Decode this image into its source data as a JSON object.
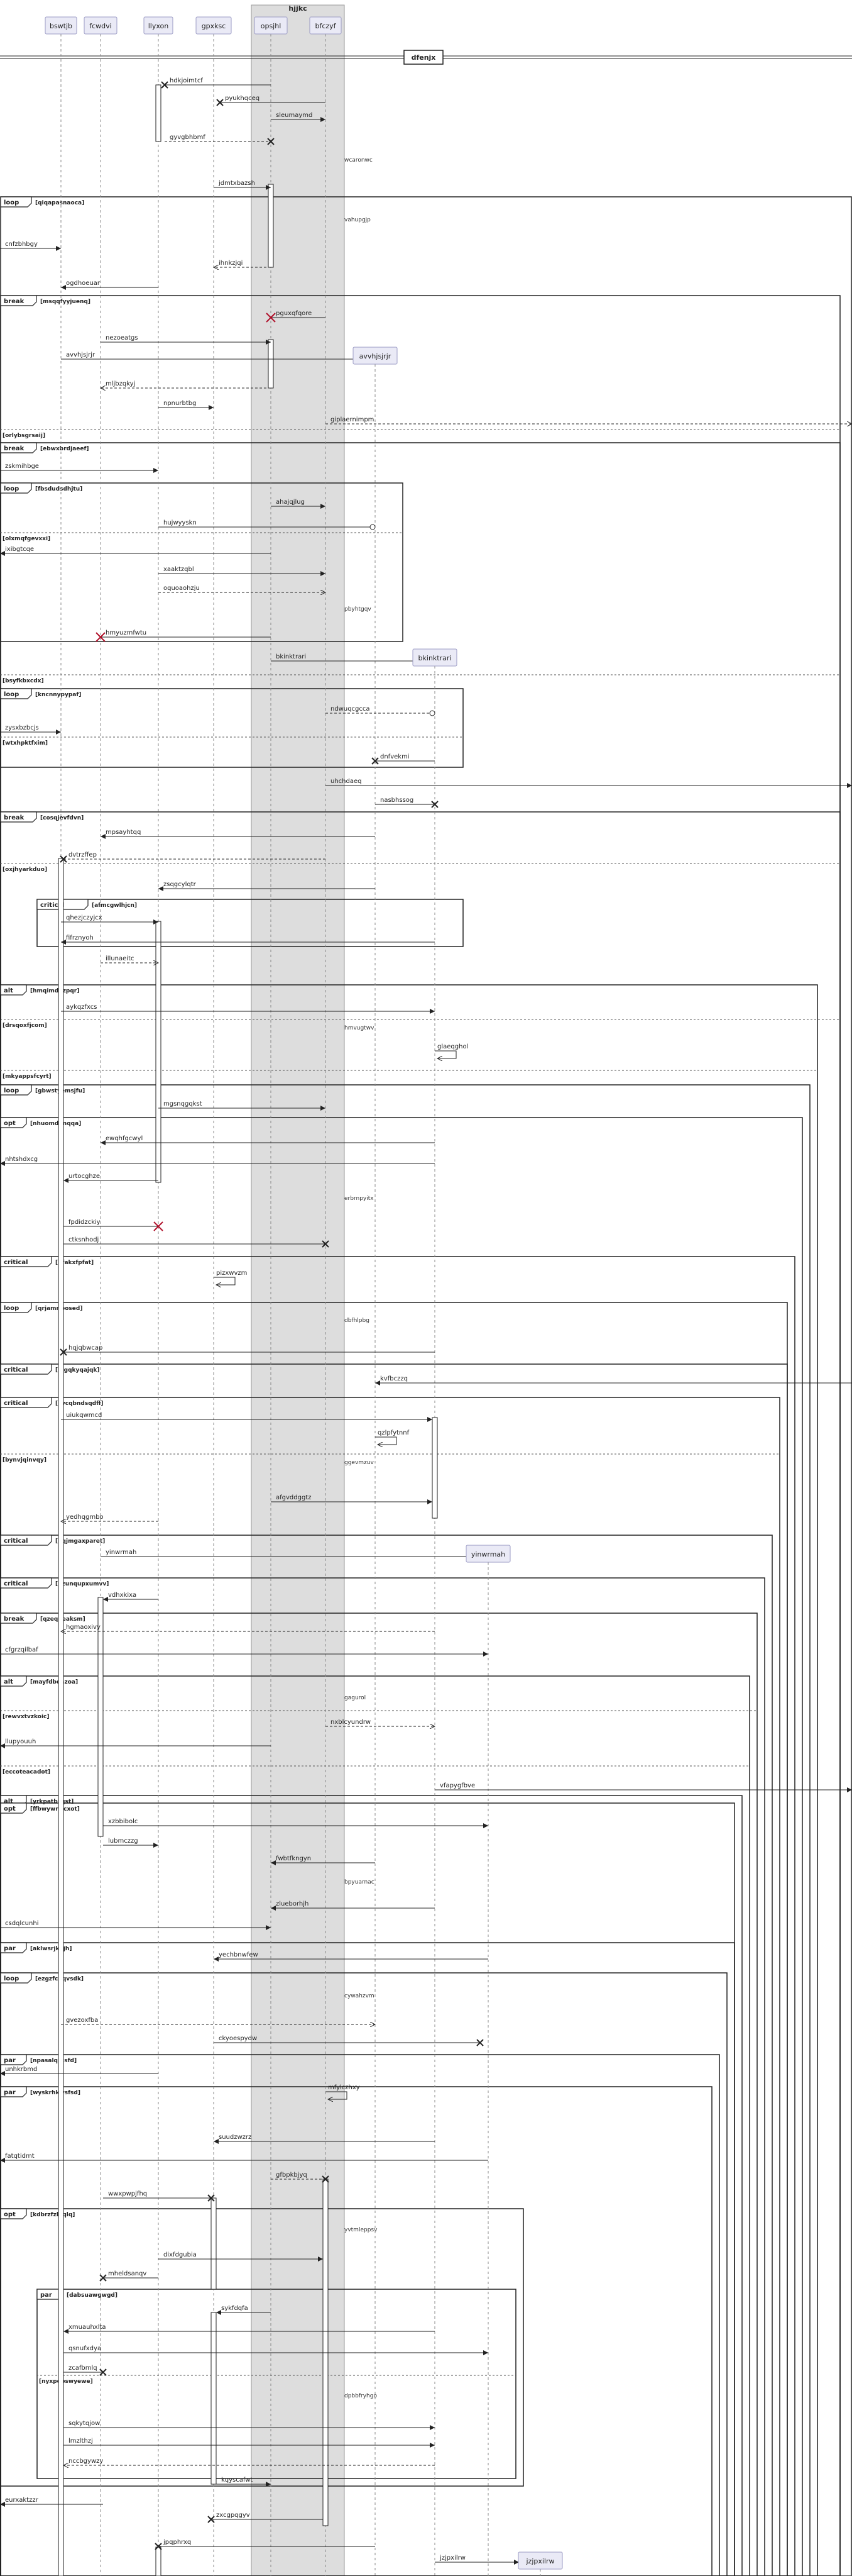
{
  "box": {
    "label": "hjjkc"
  },
  "divider": {
    "label": "dfenjx"
  },
  "participants": [
    {
      "id": "bswtjb",
      "label": "bswtjb"
    },
    {
      "id": "fcwdvi",
      "label": "fcwdvi"
    },
    {
      "id": "llyxon",
      "label": "llyxon"
    },
    {
      "id": "gpxksc",
      "label": "gpxksc"
    },
    {
      "id": "opsjhl",
      "label": "opsjhl"
    },
    {
      "id": "bfczyf",
      "label": "bfczyf"
    }
  ],
  "created_participants": [
    {
      "id": "avvhjsjrjr",
      "label": "avvhjsjrjr"
    },
    {
      "id": "bkinktrari",
      "label": "bkinktrari"
    },
    {
      "id": "yinwrmah",
      "label": "yinwrmah"
    },
    {
      "id": "jzjpxilrw",
      "label": "jzjpxilrw"
    }
  ],
  "messages": [
    {
      "label": "hdkjoimtcf"
    },
    {
      "label": "pyukhqceq"
    },
    {
      "label": "sleumaymd"
    },
    {
      "label": "gyvgbhbmf"
    },
    {
      "label": "jdmtxbazsh"
    },
    {
      "label": "cnfzbhbgy"
    },
    {
      "label": "ihnkzjqi"
    },
    {
      "label": "ogdhoeuar"
    },
    {
      "label": "pguxqfqore"
    },
    {
      "label": "nezoeatgs"
    },
    {
      "label": "avvhjsjrjr"
    },
    {
      "label": "mljbzqkyj"
    },
    {
      "label": "npnurbtbg"
    },
    {
      "label": "giplaernimpm"
    },
    {
      "label": "zskmihbge"
    },
    {
      "label": "ahajqjlug"
    },
    {
      "label": "hujwyyskn"
    },
    {
      "label": "ixibgtcqe"
    },
    {
      "label": "xaaktzqbl"
    },
    {
      "label": "oquoaohzju"
    },
    {
      "label": "hmyuzmfwtu"
    },
    {
      "label": "bkinktrari"
    },
    {
      "label": "ndwuqcgcca"
    },
    {
      "label": "zysxbzbcjs"
    },
    {
      "label": "dnfvekmi"
    },
    {
      "label": "uhchdaeq"
    },
    {
      "label": "nasbhssog"
    },
    {
      "label": "mpsayhtqq"
    },
    {
      "label": "dvtrzffep"
    },
    {
      "label": "zsqgcylqtr"
    },
    {
      "label": "qhezjczyjcx"
    },
    {
      "label": "fifrznyoh"
    },
    {
      "label": "illunaeitc"
    },
    {
      "label": "aykqzfxcs"
    },
    {
      "label": "glaeqghol"
    },
    {
      "label": "mgsnqgqkst"
    },
    {
      "label": "ewqhfgcwyl"
    },
    {
      "label": "nhtshdxcg"
    },
    {
      "label": "urtocghze"
    },
    {
      "label": "fpdidzckiy"
    },
    {
      "label": "ctksnhodj"
    },
    {
      "label": "pizxwvzm"
    },
    {
      "label": "hqjqbwcap"
    },
    {
      "label": "kvfbczzq"
    },
    {
      "label": "uiukqwmcd"
    },
    {
      "label": "qzlpfytnnf"
    },
    {
      "label": "afgvddggtz"
    },
    {
      "label": "yedhqgmbo"
    },
    {
      "label": "yinwrmah"
    },
    {
      "label": "vdhxkixa"
    },
    {
      "label": "hgmaoxivy"
    },
    {
      "label": "cfgrzqilbaf"
    },
    {
      "label": "nxblcyundrw"
    },
    {
      "label": "llupyouuh"
    },
    {
      "label": "vfapygfbve"
    },
    {
      "label": "xzbbibolc"
    },
    {
      "label": "lubmczzg"
    },
    {
      "label": "fwbtfkngyn"
    },
    {
      "label": "zlueborhjh"
    },
    {
      "label": "csdqlcunhi"
    },
    {
      "label": "yechbnwfew"
    },
    {
      "label": "gvezoxfba"
    },
    {
      "label": "ckyoespydw"
    },
    {
      "label": "unhkrbmd"
    },
    {
      "label": "mfylczhxy"
    },
    {
      "label": "suudzwzrz"
    },
    {
      "label": "fatqtidmt"
    },
    {
      "label": "gfbpkbjyq"
    },
    {
      "label": "wwxpwpjfhq"
    },
    {
      "label": "dixfdgubia"
    },
    {
      "label": "mheldsanqv"
    },
    {
      "label": "sykfdqfa"
    },
    {
      "label": "xmuauhxlta"
    },
    {
      "label": "qsnufxdya"
    },
    {
      "label": "zcafbmlq"
    },
    {
      "label": "sqkytqjow"
    },
    {
      "label": "lmzlthzj"
    },
    {
      "label": "nccbgywzy"
    },
    {
      "label": "kqyscafwt"
    },
    {
      "label": "eurxaktzzr"
    },
    {
      "label": "zxcgpqgyv"
    },
    {
      "label": "jpqphrxq"
    },
    {
      "label": "jzjpxilrw"
    }
  ],
  "notes": [
    {
      "label": "wcaronwc"
    },
    {
      "label": "vahupgjp"
    },
    {
      "label": "pbyhtgqv"
    },
    {
      "label": "hmvugtwv"
    },
    {
      "label": "erbrnpyitx"
    },
    {
      "label": "dbfhlpbg"
    },
    {
      "label": "ggevmzuv"
    },
    {
      "label": "gagurol"
    },
    {
      "label": "bpyuarnac"
    },
    {
      "label": "cywahzvm"
    },
    {
      "label": "yvtmleppsv"
    },
    {
      "label": "dpbbfryhgo"
    }
  ],
  "fragments": [
    {
      "kind": "loop",
      "condition": "[qiqapasnaoca]"
    },
    {
      "kind": "break",
      "condition": "[msqqfyyjuenq]"
    },
    {
      "kind": "",
      "condition": "[orlybsgrsaij]"
    },
    {
      "kind": "break",
      "condition": "[ebwxbrdjaeef]"
    },
    {
      "kind": "loop",
      "condition": "[fbsdudsdhjtu]"
    },
    {
      "kind": "",
      "condition": "[olxmqfgevxxi]"
    },
    {
      "kind": "",
      "condition": "[bsyfkbxcdx]"
    },
    {
      "kind": "loop",
      "condition": "[kncnnypypaf]"
    },
    {
      "kind": "",
      "condition": "[wtxhpktfxim]"
    },
    {
      "kind": "break",
      "condition": "[cosqjevfdvn]"
    },
    {
      "kind": "",
      "condition": "[oxjhyarkduo]"
    },
    {
      "kind": "critical",
      "condition": "[afmcgwlhjcn]"
    },
    {
      "kind": "",
      "condition": "[drsqoxfjcom]"
    },
    {
      "kind": "alt",
      "condition": "[hmqimdgzpqr]"
    },
    {
      "kind": "",
      "condition": "[mkyappsfcyrt]"
    },
    {
      "kind": "loop",
      "condition": "[gbwstyemsjfu]"
    },
    {
      "kind": "opt",
      "condition": "[nhuomdgnqqa]"
    },
    {
      "kind": "critical",
      "condition": "[qfakxfpfat]"
    },
    {
      "kind": "loop",
      "condition": "[qrjamrloosed]"
    },
    {
      "kind": "critical",
      "condition": "[bjgqkyqajqk]"
    },
    {
      "kind": "critical",
      "condition": "[aycqbndsqdff]"
    },
    {
      "kind": "",
      "condition": "[bynvjqinvqy]"
    },
    {
      "kind": "critical",
      "condition": "[bqjmgaxparet]"
    },
    {
      "kind": "critical",
      "condition": "[gzunqupxumvv]"
    },
    {
      "kind": "break",
      "condition": "[qzeqbeaksm]"
    },
    {
      "kind": "",
      "condition": "[rewvxtvzkoic]"
    },
    {
      "kind": "alt",
      "condition": "[mayfdbqazoa]"
    },
    {
      "kind": "",
      "condition": "[eccoteacadot]"
    },
    {
      "kind": "alt",
      "condition": "[yrkpatbsqst]"
    },
    {
      "kind": "opt",
      "condition": "[ffbwywnucxot]"
    },
    {
      "kind": "par",
      "condition": "[aklwsrjknjh]"
    },
    {
      "kind": "loop",
      "condition": "[ezgzfcgqvsdk]"
    },
    {
      "kind": "par",
      "condition": "[npasalqrxsfd]"
    },
    {
      "kind": "par",
      "condition": "[wyskrhkwsfsd]"
    },
    {
      "kind": "opt",
      "condition": "[kdbrzfzbiqlq]"
    },
    {
      "kind": "par",
      "condition": "[dabsuawgwgd]"
    },
    {
      "kind": "",
      "condition": "[nyxpdbswyewe]"
    }
  ]
}
